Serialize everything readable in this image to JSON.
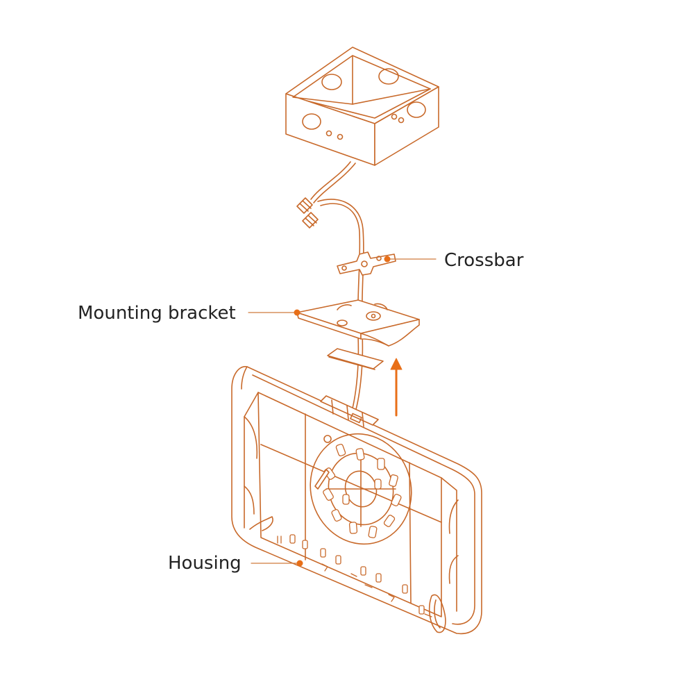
{
  "colors": {
    "line": "#c8692a",
    "accent": "#e86f18",
    "leader": "#cf7a3c",
    "text": "#222222",
    "background": "#ffffff"
  },
  "labels": {
    "crossbar": "Crossbar",
    "mounting_bracket": "Mounting bracket",
    "housing": "Housing"
  },
  "icons": {
    "direction": "arrow-up-icon"
  }
}
